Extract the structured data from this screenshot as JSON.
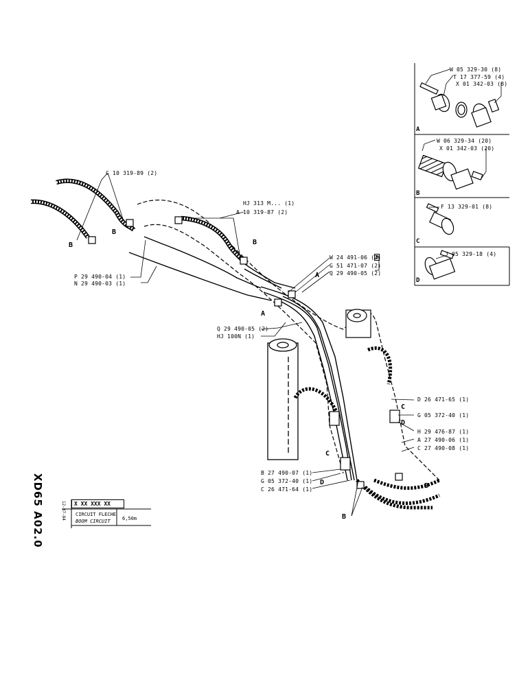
{
  "document": {
    "code": "XD65 A02.0",
    "code_box": "X XX XXX XX",
    "date": "12-07-84",
    "title_fr": "CIRCUIT FLECHE",
    "title_en": "BOOM  CIRCUIT",
    "boom_size": "6,50m"
  },
  "labels": {
    "c10": "C 10 319-89 (2)",
    "hj313": "HJ 313 M... (1)",
    "a10": "A 10 319-87 (2)",
    "w24": "W 24 491-06 (2)",
    "g51": "G 51 471-07 (2)",
    "q29_05_a": "Q 29 490-05 (2)",
    "box_b": "B",
    "p29": "P 29 490-04 (1)",
    "n29": "N 29 490-03 (1)",
    "q29_05_b": "Q 29 490-05 (2)",
    "hj100": "HJ 100N    (1)",
    "d26": "D 26 471-65 (1)",
    "g05_r": "G 05 372-40 (1)",
    "h29": "H 29 476-87 (1)",
    "a27": "A 27 490-06 (1)",
    "c27": "C 27 490-08 (1)",
    "b27": "B 27 490-07 (1)",
    "g05_l": "G 05 372-40 (1)",
    "c26": "C 26 471-64 (1)"
  },
  "callouts": {
    "b1": "B",
    "b2": "B",
    "b3": "B",
    "b4": "B",
    "b5": "B",
    "a1": "A",
    "a2": "A",
    "c1": "C",
    "c2": "C",
    "d1": "D",
    "d2": "D"
  },
  "details": {
    "A": {
      "letter": "A",
      "parts": [
        "W 05 329-30 (8)",
        "T 17 377-59 (4)",
        "X 01 342-03 (8)"
      ]
    },
    "B": {
      "letter": "B",
      "parts": [
        "W 06 329-34 (20)",
        "X 01 342-03 (20)"
      ]
    },
    "C": {
      "letter": "C",
      "parts": [
        "F 13 329-01 (8)"
      ]
    },
    "D": {
      "letter": "D",
      "parts": [
        "J 05 329-18 (4)"
      ]
    }
  }
}
